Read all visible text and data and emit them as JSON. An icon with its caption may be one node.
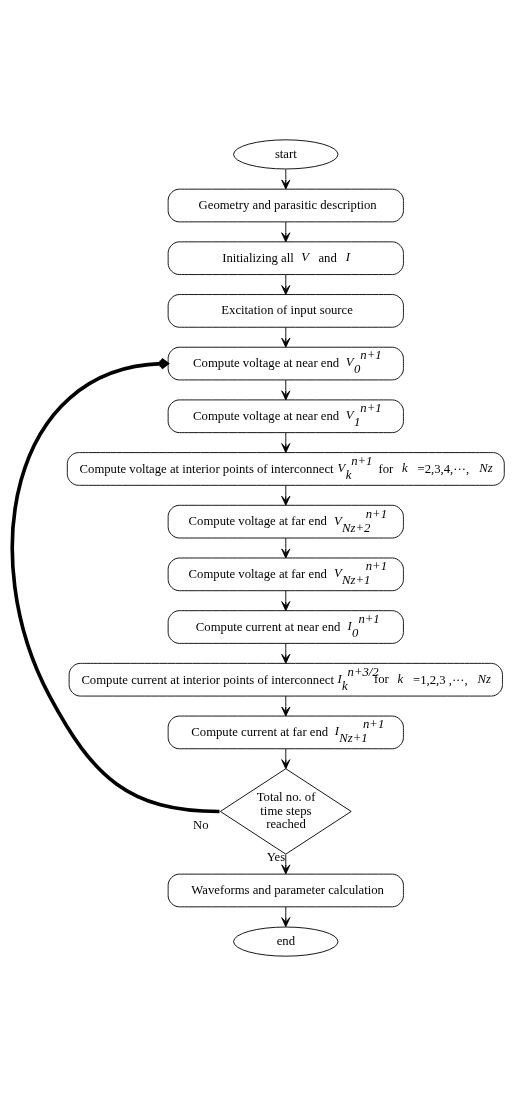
{
  "diagram": {
    "nodes": [
      {
        "text": [
          "start"
        ]
      },
      {
        "text": [
          "Geometry and parasitic description"
        ]
      },
      {
        "text": [
          "Initializing all *V* and *I*"
        ]
      },
      {
        "text": [
          "Excitation of input source"
        ]
      },
      {
        "text": [
          "Compute voltage at near end *V*$_{0}$$^{n+1}$"
        ]
      },
      {
        "text": [
          "Compute voltage at near end *V*$_{1}$$^{n+1}$"
        ]
      },
      {
        "text": [
          "Compute voltage at interior points of interconnect *V*$_{k}$$^{n+1}$ for *k* =2,3,4,···, *Nz*"
        ]
      },
      {
        "text": [
          "Compute voltage at far end *V*$_{Nz+2}$$^{n+1}$"
        ]
      },
      {
        "text": [
          "Compute voltage at far end *V*$_{Nz+1}$$^{n+1}$"
        ]
      },
      {
        "text": [
          "Compute current at near end *I*$_{0}$$^{n+1}$"
        ]
      },
      {
        "text": [
          "Compute current at interior points of interconnect *I*$_{k}$$^{n+3/2}$for *k* =1,2,3 ,···, *Nz*"
        ]
      },
      {
        "text": [
          "Compute current at far end *I*$_{Nz+1}$$^{n+1}$"
        ]
      },
      {
        "text": [
          "Total no. of time steps reached"
        ]
      },
      {
        "text": [
          "Waveforms and parameter calculation"
        ]
      },
      {
        "text": [
          "end"
        ]
      }
    ],
    "edges": [
      {
        "from": 0,
        "to": 1,
        "arrow": "to"
      },
      {
        "from": 1,
        "to": 2,
        "arrow": "to"
      },
      {
        "from": 2,
        "to": 3,
        "arrow": "to"
      },
      {
        "from": 3,
        "to": 4,
        "arrow": "to"
      },
      {
        "from": 4,
        "to": 5,
        "arrow": "to"
      },
      {
        "from": 5,
        "to": 6,
        "arrow": "to"
      },
      {
        "from": 6,
        "to": 7,
        "arrow": "to"
      },
      {
        "from": 7,
        "to": 8,
        "arrow": "to"
      },
      {
        "from": 8,
        "to": 9,
        "arrow": "to"
      },
      {
        "from": 9,
        "to": 10,
        "arrow": "to"
      },
      {
        "from": 10,
        "to": 11,
        "arrow": "to"
      },
      {
        "from": 11,
        "to": 12,
        "arrow": "to"
      },
      {
        "from": 12,
        "to": 4,
        "arrow": "to",
        "label": "No",
        "style": "thick"
      },
      {
        "from": 12,
        "to": 13,
        "arrow": "to",
        "label": "Yes"
      },
      {
        "from": 13,
        "to": 14,
        "arrow": "to"
      }
    ]
  }
}
